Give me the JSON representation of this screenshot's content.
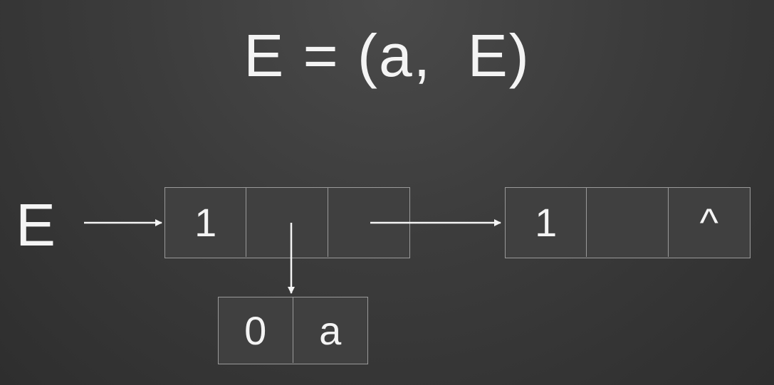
{
  "formula": "E = (a,  E)",
  "pointer_label": "E",
  "nodes": [
    {
      "cells": [
        "1",
        "",
        ""
      ]
    },
    {
      "cells": [
        "1",
        "",
        "^"
      ]
    },
    {
      "cells": [
        "0",
        "a"
      ]
    }
  ]
}
